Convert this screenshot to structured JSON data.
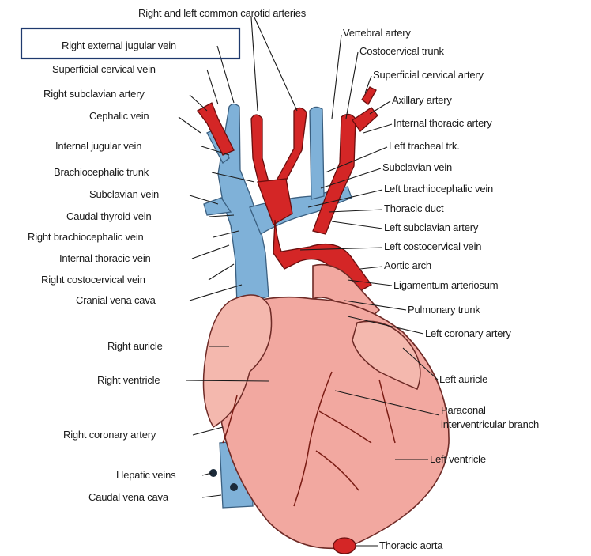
{
  "labels": {
    "carotid": "Right and left common carotid arteries",
    "right_external_jugular": "Right external jugular vein",
    "superficial_cervical_vein": "Superficial cervical vein",
    "right_subclavian_artery": "Right subclavian artery",
    "cephalic_vein": "Cephalic vein",
    "internal_jugular_vein": "Internal jugular vein",
    "brachiocephalic_trunk": "Brachiocephalic trunk",
    "subclavian_vein_r": "Subclavian vein",
    "caudal_thyroid_vein": "Caudal thyroid vein",
    "right_brachiocephalic_vein": "Right brachiocephalic vein",
    "internal_thoracic_vein": "Internal thoracic vein",
    "right_costocervical_vein": "Right costocervical vein",
    "cranial_vena_cava": "Cranial vena cava",
    "right_auricle": "Right auricle",
    "right_ventricle": "Right ventricle",
    "right_coronary_artery": "Right coronary artery",
    "hepatic_veins": "Hepatic veins",
    "caudal_vena_cava": "Caudal vena cava",
    "vertebral_artery": "Vertebral artery",
    "costocervical_trunk": "Costocervical trunk",
    "superficial_cervical_artery": "Superficial cervical artery",
    "axillary_artery": "Axillary artery",
    "internal_thoracic_artery": "Internal thoracic artery",
    "left_tracheal_trk": "Left tracheal trk.",
    "subclavian_vein_l": "Subclavian vein",
    "left_brachiocephalic_vein": "Left brachiocephalic vein",
    "thoracic_duct": "Thoracic duct",
    "left_subclavian_artery": "Left subclavian artery",
    "left_costocervical_vein": "Left costocervical vein",
    "aortic_arch": "Aortic arch",
    "ligamentum_arteriosum": "Ligamentum arteriosum",
    "pulmonary_trunk": "Pulmonary trunk",
    "left_coronary_artery": "Left coronary artery",
    "left_auricle": "Left auricle",
    "paraconal_1": "Paraconal",
    "paraconal_2": "interventricular branch",
    "left_ventricle": "Left ventricle",
    "thoracic_aorta": "Thoracic aorta"
  },
  "highlight": {
    "label_key": "right_external_jugular",
    "color": "#1f3a6e"
  },
  "colors": {
    "vein": "#7fb1d8",
    "artery": "#d42626",
    "heart": "#f2a8a0"
  }
}
